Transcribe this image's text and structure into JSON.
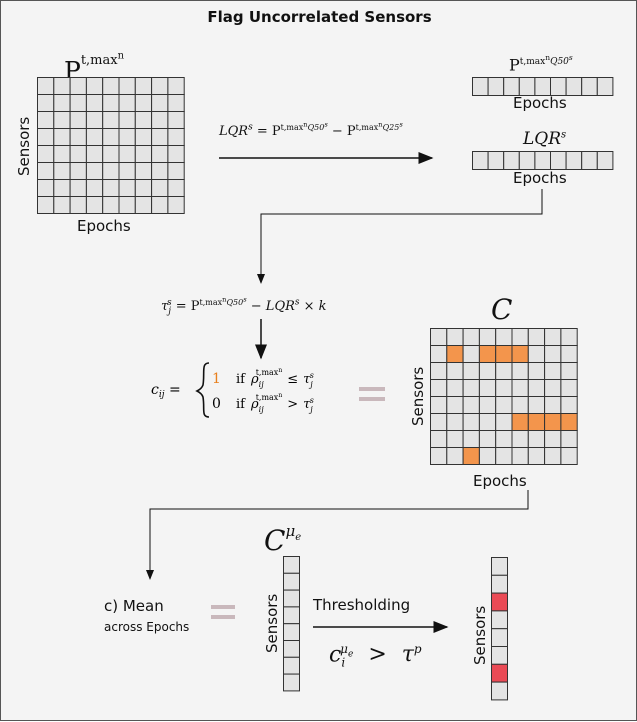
{
  "title": "Flag Uncorrelated Sensors",
  "labels": {
    "sensors": "Sensors",
    "epochs": "Epochs",
    "mean_line1": "c) Mean",
    "mean_line2": "across Epochs",
    "thresholding": "Thresholding",
    "equals": "="
  },
  "math": {
    "P": "P",
    "P_sup": "t,max",
    "P_sup_n": "n",
    "lqr_equation": {
      "lhs": "LQR",
      "lhs_sup": "s",
      "eq": " = ",
      "term1_sup": "Q50",
      "term2_sup": "Q25",
      "minus": " − "
    },
    "q50_sup": "Q50",
    "q50_sup_s": "s",
    "lqr_label": "LQR",
    "lqr_label_sup": "s",
    "tau_equation": {
      "tau": "τ",
      "sub": "j",
      "sup": "s",
      "rhs_tail": "− LQR",
      "times_k": "× k"
    },
    "C": "C",
    "C_mu_sup": "μ",
    "C_mu_sub": "e",
    "cij": {
      "lhs": "c",
      "lhs_sub": "ij",
      "one": "1",
      "zero": "0",
      "if": "if",
      "rho": "ρ",
      "rho_sub": "ij",
      "le": "≤",
      "gt": ">",
      "tau": "τ"
    },
    "threshold": {
      "c": "c",
      "c_sub": "i",
      "mu": "μ",
      "e": "e",
      "gt": ">",
      "tau": "τ",
      "p": "p"
    }
  },
  "matrix_C_flagged": [
    {
      "row": 1,
      "cols": [
        1,
        3,
        4,
        5
      ]
    },
    {
      "row": 5,
      "cols": [
        5,
        6,
        7,
        8
      ]
    },
    {
      "row": 7,
      "cols": [
        2
      ]
    }
  ],
  "result_flagged_rows": [
    2,
    6
  ],
  "colors": {
    "cell": "#e4e4e4",
    "flag_orange": "#f3954c",
    "flag_red": "#ea4a55",
    "orange_text": "#e8801e",
    "equals_mark": "#c9b8bc"
  }
}
